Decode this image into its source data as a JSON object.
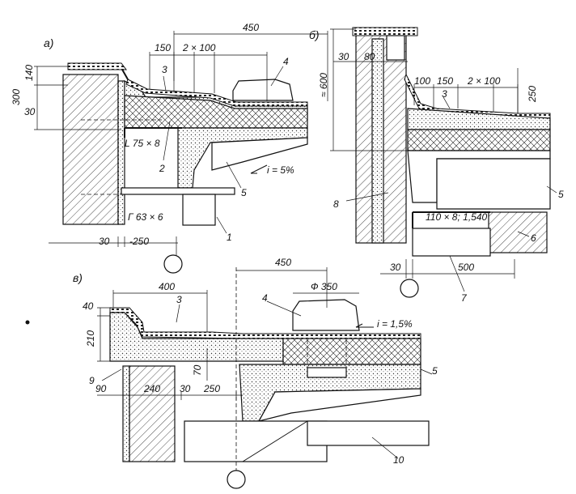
{
  "panel_a": {
    "tag": "a)",
    "dims": {
      "d450": "450",
      "d150": "150",
      "d2x100": "2 × 100",
      "d300": "300",
      "d140": "140",
      "d30_side": "30",
      "d30_bottom": "30",
      "d250_bottom": "-250"
    },
    "profiles": {
      "angle_top": "L 75 × 8",
      "angle_bottom": "Г 63 × 6"
    },
    "slope": "i = 5%",
    "callouts": {
      "c1": "1",
      "c2": "2",
      "c3": "3",
      "c4": "4",
      "c5": "5"
    }
  },
  "panel_b": {
    "tag": "б)",
    "dims": {
      "d30": "30",
      "d80": "80",
      "d600": "≈ 600",
      "d100": "100",
      "d150": "150",
      "d2x100": "2 × 100",
      "d250": "250",
      "d30_bottom": "30",
      "d500": "500"
    },
    "profile": "110 × 8; 1,540",
    "callouts": {
      "c3": "3",
      "c5": "5",
      "c6": "6",
      "c7": "7",
      "c8": "8"
    }
  },
  "panel_c": {
    "tag": "в)",
    "dims": {
      "d450": "450",
      "d400": "400",
      "d350": "Ф 350",
      "d40": "40",
      "d210": "210",
      "d70": "70",
      "d90": "90",
      "d240": "240",
      "d30": "30",
      "d250": "250"
    },
    "slope": "i = 1,5%",
    "callouts": {
      "c3": "3",
      "c4": "4",
      "c5": "5",
      "c9": "9",
      "c10": "10"
    }
  }
}
